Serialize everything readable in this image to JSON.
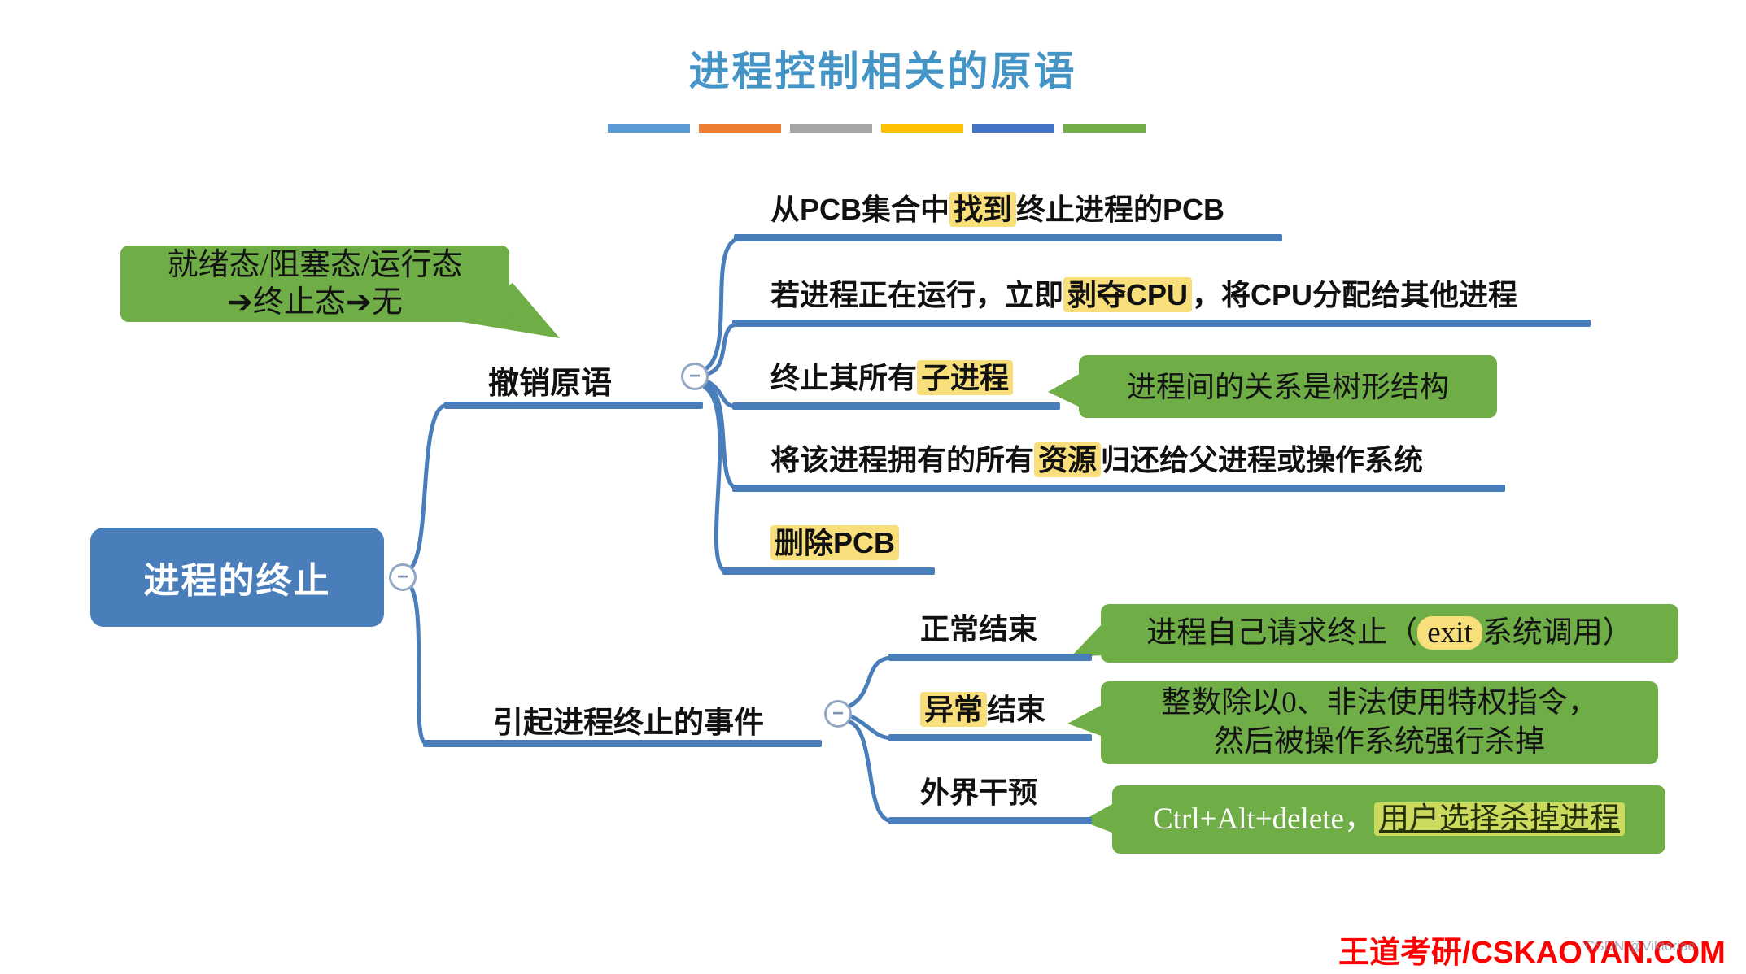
{
  "title": "进程控制相关的原语",
  "icons": {
    "collapse": "−"
  },
  "legend_bars": [
    {
      "name": "blue",
      "color": "#5B9BD5"
    },
    {
      "name": "orange",
      "color": "#ED7D31"
    },
    {
      "name": "gray",
      "color": "#A5A5A5"
    },
    {
      "name": "gold",
      "color": "#FFC000"
    },
    {
      "name": "dark-blue",
      "color": "#4472C4"
    },
    {
      "name": "green",
      "color": "#70AD47"
    }
  ],
  "root": {
    "label": "进程的终止"
  },
  "state_callout": {
    "line1": "就绪态/阻塞态/运行态",
    "line2": "➔终止态➔无"
  },
  "revoke": {
    "label": "撤销原语",
    "steps": [
      {
        "pre": "从PCB集合中",
        "hl": "找到",
        "post": "终止进程的PCB"
      },
      {
        "pre": "若进程正在运行，立即",
        "hl": "剥夺CPU",
        "post": "，将CPU分配给其他进程"
      },
      {
        "pre": "终止其所有",
        "hl": "子进程",
        "post": ""
      },
      {
        "pre": "将该进程拥有的所有",
        "hl": "资源",
        "post": "归还给父进程或操作系统"
      },
      {
        "pre": "",
        "hl": "删除PCB",
        "post": ""
      }
    ],
    "tree_callout": "进程间的关系是树形结构"
  },
  "events": {
    "label": "引起进程终止的事件",
    "items": [
      {
        "pre": "正常结束",
        "hl": "",
        "post": ""
      },
      {
        "pre": "",
        "hl": "异常",
        "post": "结束"
      },
      {
        "pre": "外界干预",
        "hl": "",
        "post": ""
      }
    ],
    "normal_callout": {
      "pre": "进程自己请求终止（",
      "hl": "exit",
      "post": "系统调用）"
    },
    "abnormal_callout": {
      "line1": "整数除以0、非法使用特权指令，",
      "line2": "然后被操作系统强行杀掉"
    },
    "external_callout": {
      "pre": "Ctrl+Alt+delete，",
      "hl": "用户选择杀掉进程"
    }
  },
  "footer": {
    "brand": "王道考研/CSKAOYAN.COM",
    "watermark": "CSDN @Viktoriae"
  },
  "colors": {
    "line": "#4A7EBB",
    "node": "#4A7EBB",
    "callout_green": "#6FAD47",
    "highlight_yellow": "#F9DF7B",
    "highlight_green": "#CBD95C",
    "title_blue": "#4494C6",
    "brand_red": "#FF0000"
  }
}
